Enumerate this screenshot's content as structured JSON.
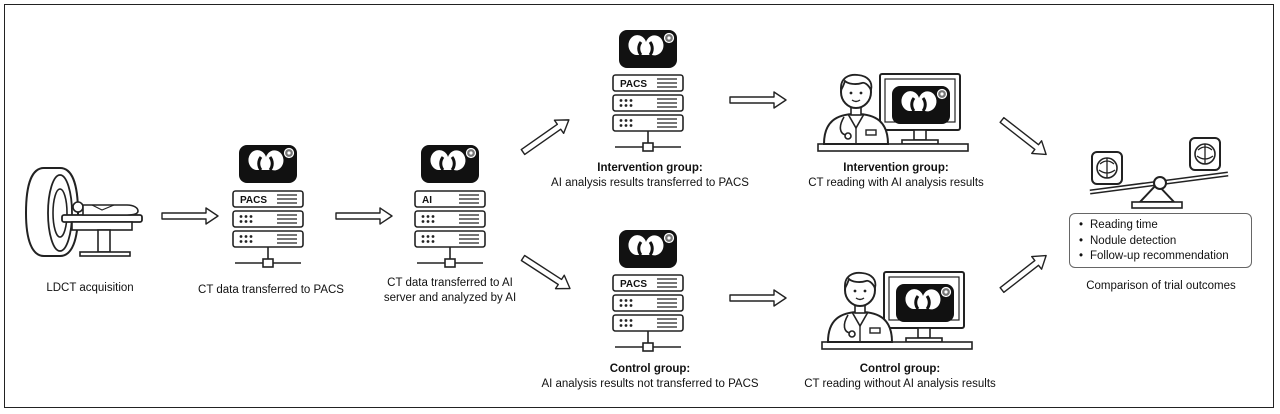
{
  "steps": {
    "acquisition": {
      "label": "LDCT acquisition"
    },
    "pacs_transfer": {
      "label": "CT data transferred to PACS",
      "server_tag": "PACS"
    },
    "ai_analysis": {
      "label_line1": "CT data transferred to AI",
      "label_line2": "server and analyzed by AI",
      "server_tag": "AI"
    },
    "intervention_transfer": {
      "title": "Intervention group:",
      "description": "AI analysis results transferred to PACS",
      "server_tag": "PACS"
    },
    "control_transfer": {
      "title": "Control group:",
      "description": "AI analysis results not transferred to PACS",
      "server_tag": "PACS"
    },
    "intervention_reading": {
      "title": "Intervention group:",
      "description": "CT reading with AI analysis results"
    },
    "control_reading": {
      "title": "Control group:",
      "description": "CT reading without AI analysis results"
    },
    "comparison": {
      "label": "Comparison of trial outcomes",
      "outcomes": [
        "Reading time",
        "Nodule detection",
        "Follow-up recommendation"
      ]
    }
  },
  "icons": [
    "ct-scanner-icon",
    "ai-logo-icon",
    "server-rack-icon",
    "radiologist-icon",
    "monitor-icon",
    "balance-scale-icon",
    "arrow-icon"
  ],
  "colors": {
    "stroke": "#222222",
    "logo_fill": "#111111",
    "background": "#ffffff"
  }
}
